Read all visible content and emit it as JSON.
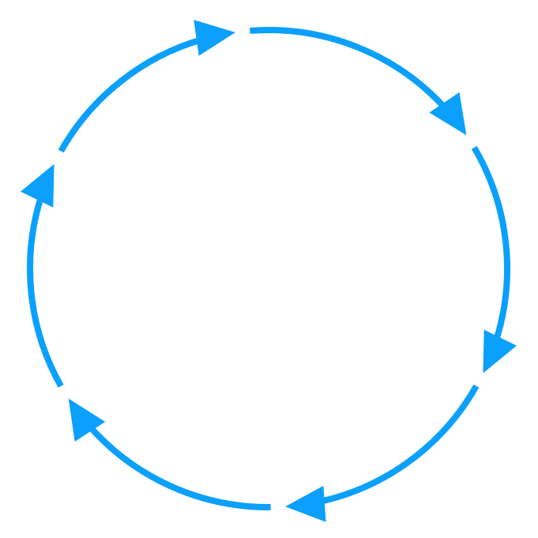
{
  "diagram": {
    "type": "cycle",
    "direction": "clockwise",
    "segment_count": 6,
    "color": "#0aa0fc",
    "background": "#ffffff",
    "segments": [
      {
        "id": "segment-1",
        "arrow_icon": "arrowhead-icon"
      },
      {
        "id": "segment-2",
        "arrow_icon": "arrowhead-icon"
      },
      {
        "id": "segment-3",
        "arrow_icon": "arrowhead-icon"
      },
      {
        "id": "segment-4",
        "arrow_icon": "arrowhead-icon"
      },
      {
        "id": "segment-5",
        "arrow_icon": "arrowhead-icon"
      },
      {
        "id": "segment-6",
        "arrow_icon": "arrowhead-icon"
      }
    ]
  }
}
